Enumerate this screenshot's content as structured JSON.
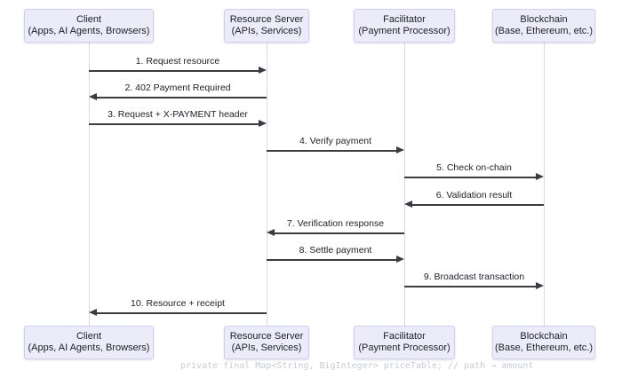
{
  "diagram": {
    "type": "sequence",
    "actors": [
      {
        "id": "client",
        "line1": "Client",
        "line2": "(Apps, AI Agents, Browsers)"
      },
      {
        "id": "resource-server",
        "line1": "Resource Server",
        "line2": "(APIs, Services)"
      },
      {
        "id": "facilitator",
        "line1": "Facilitator",
        "line2": "(Payment Processor)"
      },
      {
        "id": "blockchain",
        "line1": "Blockchain",
        "line2": "(Base, Ethereum, etc.)"
      }
    ],
    "messages": [
      {
        "label": "1. Request resource",
        "from": "client",
        "to": "resource-server"
      },
      {
        "label": "2. 402 Payment Required",
        "from": "resource-server",
        "to": "client"
      },
      {
        "label": "3. Request + X-PAYMENT header",
        "from": "client",
        "to": "resource-server"
      },
      {
        "label": "4. Verify payment",
        "from": "resource-server",
        "to": "facilitator"
      },
      {
        "label": "5. Check on-chain",
        "from": "facilitator",
        "to": "blockchain"
      },
      {
        "label": "6. Validation result",
        "from": "blockchain",
        "to": "facilitator"
      },
      {
        "label": "7. Verification response",
        "from": "facilitator",
        "to": "resource-server"
      },
      {
        "label": "8. Settle payment",
        "from": "resource-server",
        "to": "facilitator"
      },
      {
        "label": "9. Broadcast transaction",
        "from": "facilitator",
        "to": "blockchain"
      },
      {
        "label": "10. Resource + receipt",
        "from": "resource-server",
        "to": "client"
      }
    ],
    "colors": {
      "actor_fill": "#ebebfa",
      "actor_border": "#cfcfee",
      "arrow": "#3b3b42",
      "lifeline": "#d7d7e9",
      "text": "#202228"
    }
  },
  "background_text": {
    "clipped_code_line": "private final Map<String, BigInteger> priceTable; // path → amount"
  }
}
